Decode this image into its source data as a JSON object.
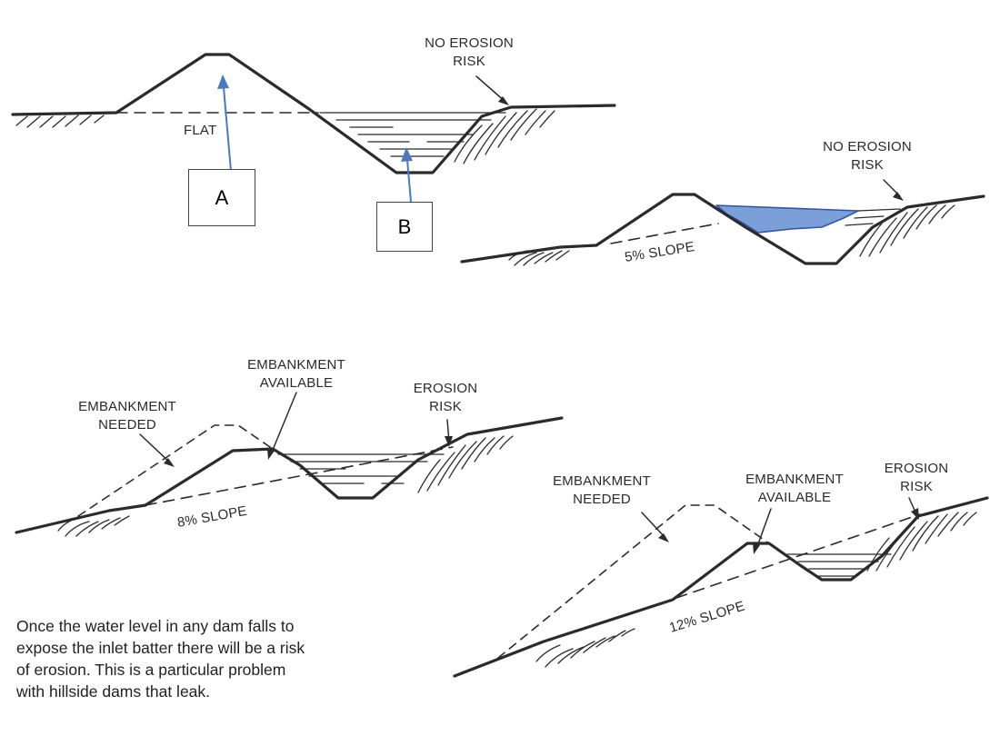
{
  "diagram": {
    "panels": [
      {
        "id": "flat",
        "slope_label": "FLAT",
        "risk_label": [
          "NO EROSION",
          "RISK"
        ]
      },
      {
        "id": "five",
        "slope_label": "5% SLOPE",
        "risk_label": [
          "NO EROSION",
          "RISK"
        ]
      },
      {
        "id": "eight",
        "slope_label": "8% SLOPE",
        "risk_label": [
          "EROSION",
          "RISK"
        ],
        "needed_label": [
          "EMBANKMENT",
          "NEEDED"
        ],
        "available_label": [
          "EMBANKMENT",
          "AVAILABLE"
        ]
      },
      {
        "id": "twelve",
        "slope_label": "12% SLOPE",
        "risk_label": [
          "EROSION",
          "RISK"
        ],
        "needed_label": [
          "EMBANKMENT",
          "NEEDED"
        ],
        "available_label": [
          "EMBANKMENT",
          "AVAILABLE"
        ]
      }
    ],
    "markers": {
      "a": "A",
      "b": "B"
    },
    "caption_lines": [
      "Once the water level in any dam falls to",
      "expose the inlet batter there will be a risk",
      "of erosion.  This is a particular problem",
      "with hillside dams that leak."
    ],
    "colors": {
      "line": "#2b2b2b",
      "water": "#7b9fd9",
      "arrow": "#4a78c2"
    }
  }
}
